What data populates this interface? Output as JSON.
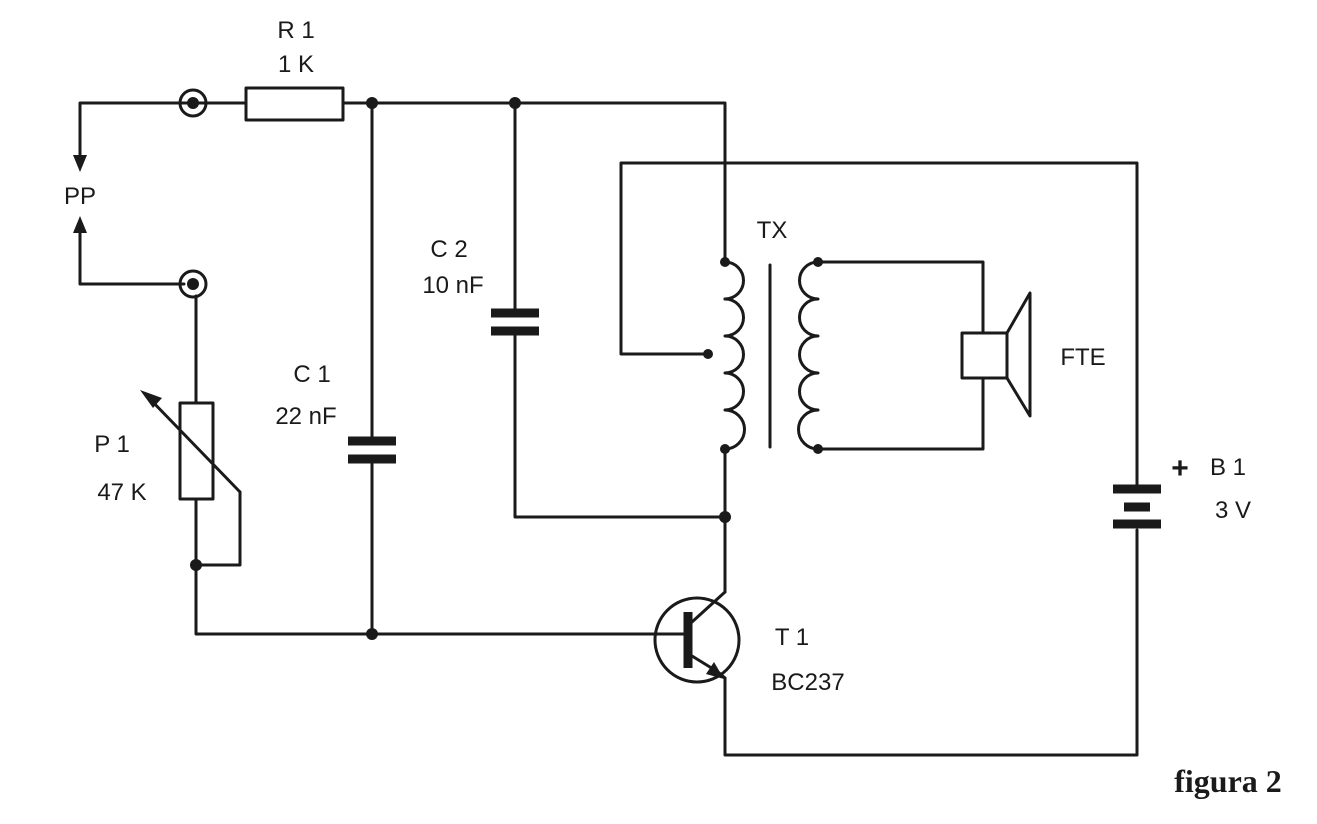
{
  "components": {
    "r1": {
      "ref": "R 1",
      "value": "1 K"
    },
    "c1": {
      "ref": "C 1",
      "value": "22 nF"
    },
    "c2": {
      "ref": "C 2",
      "value": "10 nF"
    },
    "p1": {
      "ref": "P 1",
      "value": "47 K"
    },
    "tx": {
      "ref": "TX"
    },
    "fte": {
      "ref": "FTE"
    },
    "t1": {
      "ref": "T 1",
      "value": "BC237"
    },
    "b1": {
      "ref": "B 1",
      "value": "3 V",
      "polarity": "+"
    },
    "pp": {
      "ref": "PP"
    }
  },
  "caption": "figura 2"
}
